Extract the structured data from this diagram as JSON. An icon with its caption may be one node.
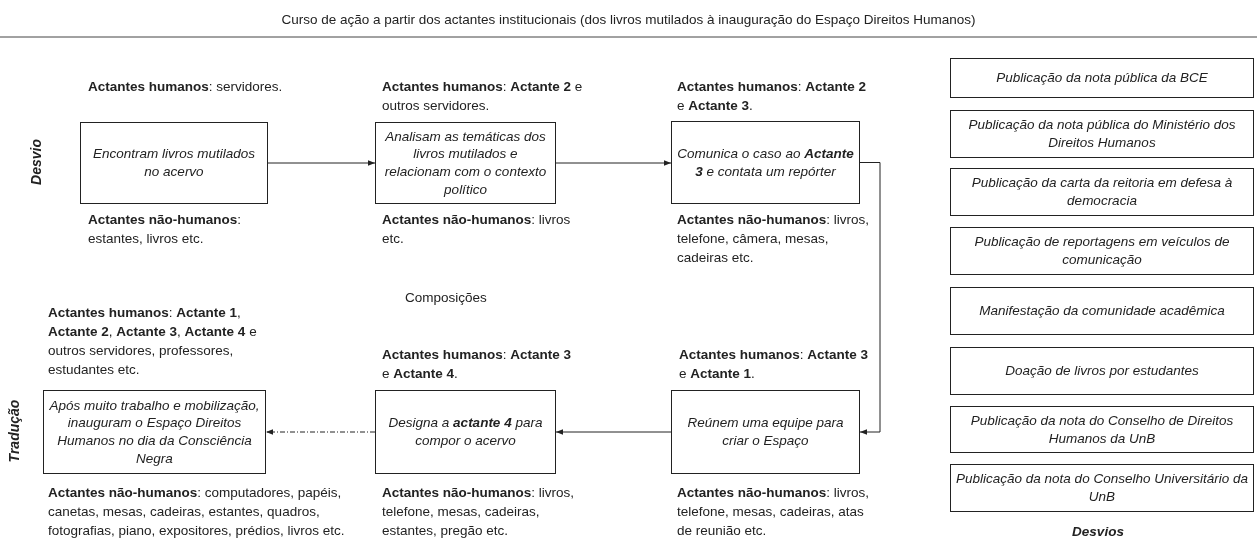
{
  "diagram": {
    "title": "Curso de ação a partir dos actantes institucionais (dos livros mutilados à inauguração do Espaço Direitos Humanos)",
    "nodes": [
      {
        "text": [
          "Encontram livros mutilados no acervo"
        ],
        "beside": [
          "**Actantes humanos**: servidores.",
          "**Actantes não-humanos**: estantes, livros etc."
        ]
      },
      {
        "text": [
          "Analisam as temáticas dos livros mutilados e relacionam com o contexto político"
        ],
        "beside": [
          "**Actantes humanos**: **Actante 2** e outros servidores.",
          "**Actantes não-humanos**: livros etc."
        ]
      },
      {
        "text": [
          "Comunica o caso ao **Actante 3** e contata um repórter"
        ],
        "beside": [
          "**Actantes humanos**: **Actante 2** e **Actante 3**.",
          "**Actantes não-humanos**: livros, telefone, câmera, mesas, cadeiras etc."
        ]
      },
      {
        "text": [
          "Reúnem uma equipe para criar o Espaço"
        ],
        "beside": [
          "**Actantes humanos**: **Actante 3** e **Actante 1**.",
          "**Actantes não-humanos**: livros, telefone, mesas, cadeiras, atas de reunião etc."
        ]
      },
      {
        "text": [
          "Designa a **actante 4** para compor o acervo"
        ],
        "beside": [
          "**Actantes humanos**: **Actante 3** e **Actante 4**.",
          "**Actantes não-humanos**: livros, telefone, mesas, cadeiras, estantes, pregão etc."
        ]
      },
      {
        "text": [
          "Após muito trabalho e mobilização, inauguram o Espaço Direitos Humanos no dia da Consciência Negra"
        ],
        "beside": [
          "**Actantes humanos**: **Actante 1**, **Actante 2**, **Actante 3**, **Actante 4** e outros servidores, professores, estudantes etc.",
          "**Actantes não-humanos**: computadores, papéis, canetas, mesas, cadeiras, estantes, quadros, fotografias, piano, expositores, prédios, livros etc."
        ]
      },
      {
        "text": [
          "Publicação da nota pública da BCE"
        ]
      },
      {
        "text": [
          "Publicação da nota pública do Ministério dos Direitos Humanos"
        ]
      },
      {
        "text": [
          "Publicação da carta da reitoria em defesa à democracia"
        ]
      },
      {
        "text": [
          "Publicação de reportagens em veículos de comunicação"
        ]
      },
      {
        "text": [
          "Manifestação da comunidade acadêmica"
        ]
      },
      {
        "text": [
          "Doação de livros por estudantes"
        ]
      },
      {
        "text": [
          "Publicação da nota do Conselho de Direitos Humanos da UnB"
        ]
      },
      {
        "text": [
          "Publicação da nota do Conselho Universitário da UnB"
        ]
      }
    ],
    "edges": [
      {
        "from": 0,
        "to": 1,
        "arrow": "to"
      },
      {
        "from": 1,
        "to": 2,
        "arrow": "to"
      },
      {
        "from": 2,
        "to": 3,
        "arrow": "to"
      },
      {
        "from": 3,
        "to": 4,
        "arrow": "to"
      },
      {
        "from": 4,
        "to": 5,
        "arrow": "to",
        "style": "dashed"
      }
    ],
    "labels": [
      "Desvio",
      "Composições",
      "Tradução",
      "Desvios"
    ]
  }
}
